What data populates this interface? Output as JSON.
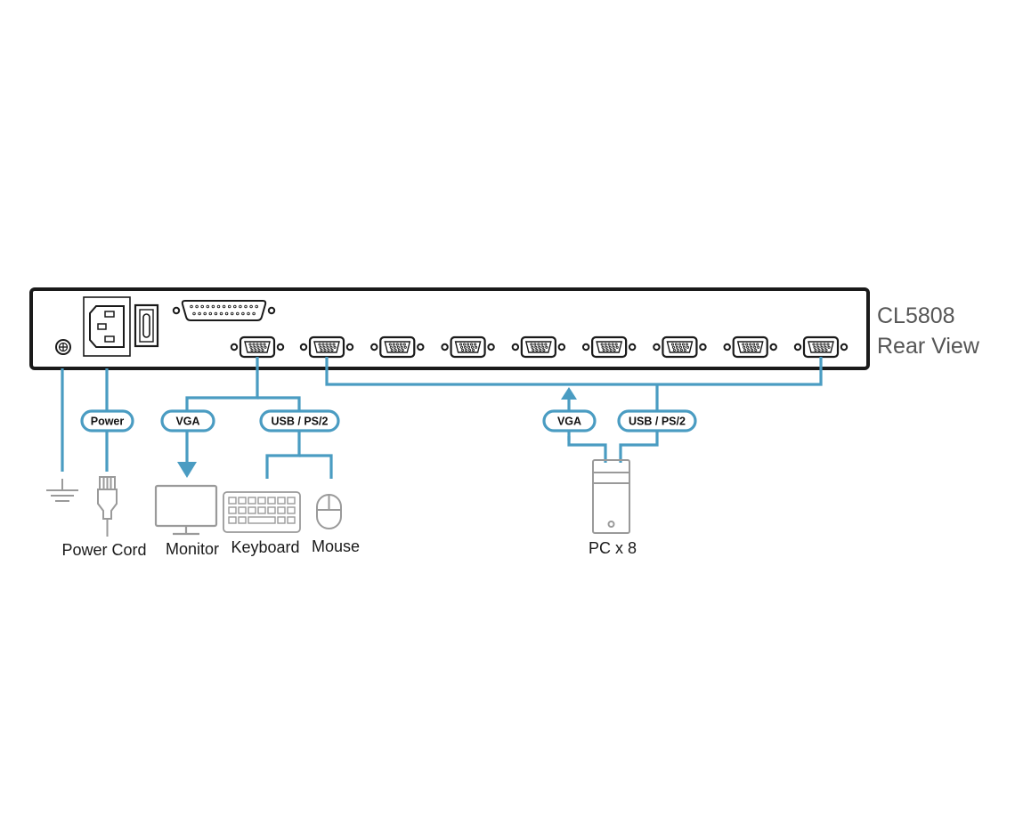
{
  "device": {
    "model": "CL5808",
    "view": "Rear View"
  },
  "labels": {
    "power_pill": "Power",
    "console_vga_pill": "VGA",
    "console_usb_pill": "USB / PS/2",
    "pc_vga_pill": "VGA",
    "pc_usb_pill": "USB / PS/2"
  },
  "devices": {
    "power_cord": "Power Cord",
    "monitor": "Monitor",
    "keyboard": "Keyboard",
    "mouse": "Mouse",
    "pc": "PC x 8"
  },
  "kvm_port_count": 8,
  "colors": {
    "cable": "#4a9cc2",
    "chassis": "#1a1a1a",
    "device_gray": "#9a9a9a"
  }
}
